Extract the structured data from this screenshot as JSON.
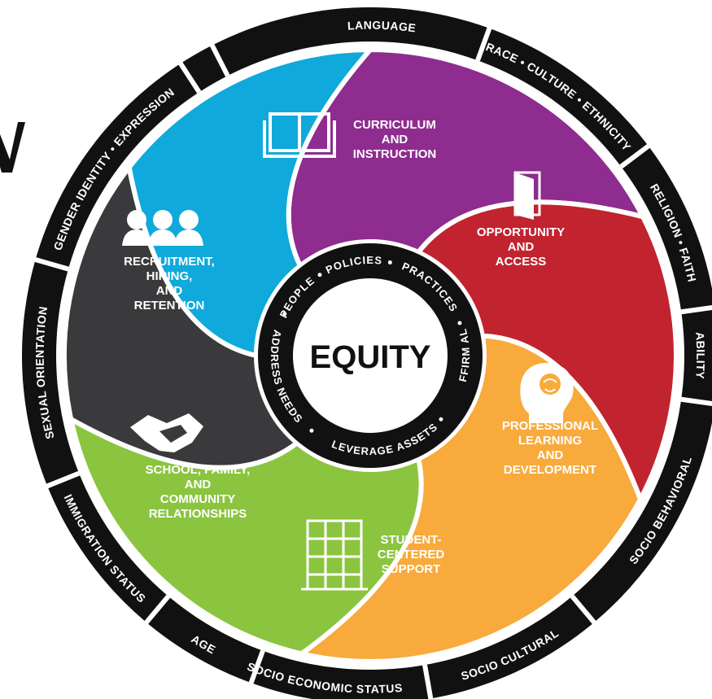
{
  "center": {
    "title": "EQUITY",
    "ring_text": [
      "PEOPLE",
      "POLICIES",
      "PRACTICES",
      "AFFIRM ALL",
      "LEVERAGE ASSETS",
      "ADDRESS NEEDS"
    ]
  },
  "outer_ring": [
    "LANGUAGE",
    "RACE • CULTURE • ETHNICITY",
    "RELIGION • FAITH",
    "ABILITY",
    "SOCIO BEHAVIORAL",
    "SOCIO CULTURAL",
    "SOCIO ECONOMIC STATUS",
    "AGE",
    "IMMIGRATION STATUS",
    "SEXUAL ORIENTATION",
    "GENDER IDENTITY • EXPRESSION"
  ],
  "segments": [
    {
      "id": "curriculum",
      "lines": [
        "CURRICULUM",
        "AND",
        "INSTRUCTION"
      ],
      "color": "#8E2C8F",
      "icon": "book-icon"
    },
    {
      "id": "opportunity",
      "lines": [
        "OPPORTUNITY",
        "AND",
        "ACCESS"
      ],
      "color": "#C1232F",
      "icon": "door-icon"
    },
    {
      "id": "professional",
      "lines": [
        "PROFESSIONAL",
        "LEARNING",
        "AND",
        "DEVELOPMENT"
      ],
      "color": "#F8AA3C",
      "icon": "head-brain-icon"
    },
    {
      "id": "student",
      "lines": [
        "STUDENT-",
        "CENTERED",
        "SUPPORT"
      ],
      "color": "#8BC43F",
      "icon": "scaffold-icon"
    },
    {
      "id": "school",
      "lines": [
        "SCHOOL, FAMILY,",
        "AND",
        "COMMUNITY",
        "RELATIONSHIPS"
      ],
      "color": "#3A3A3C",
      "icon": "handshake-icon"
    },
    {
      "id": "recruitment",
      "lines": [
        "RECRUITMENT,",
        "HIRING,",
        "AND",
        "RETENTION"
      ],
      "color": "#0FA9DB",
      "icon": "people-icon"
    }
  ],
  "colors": {
    "ring": "#111111",
    "center_bg": "#ffffff",
    "center_text": "#111111"
  }
}
